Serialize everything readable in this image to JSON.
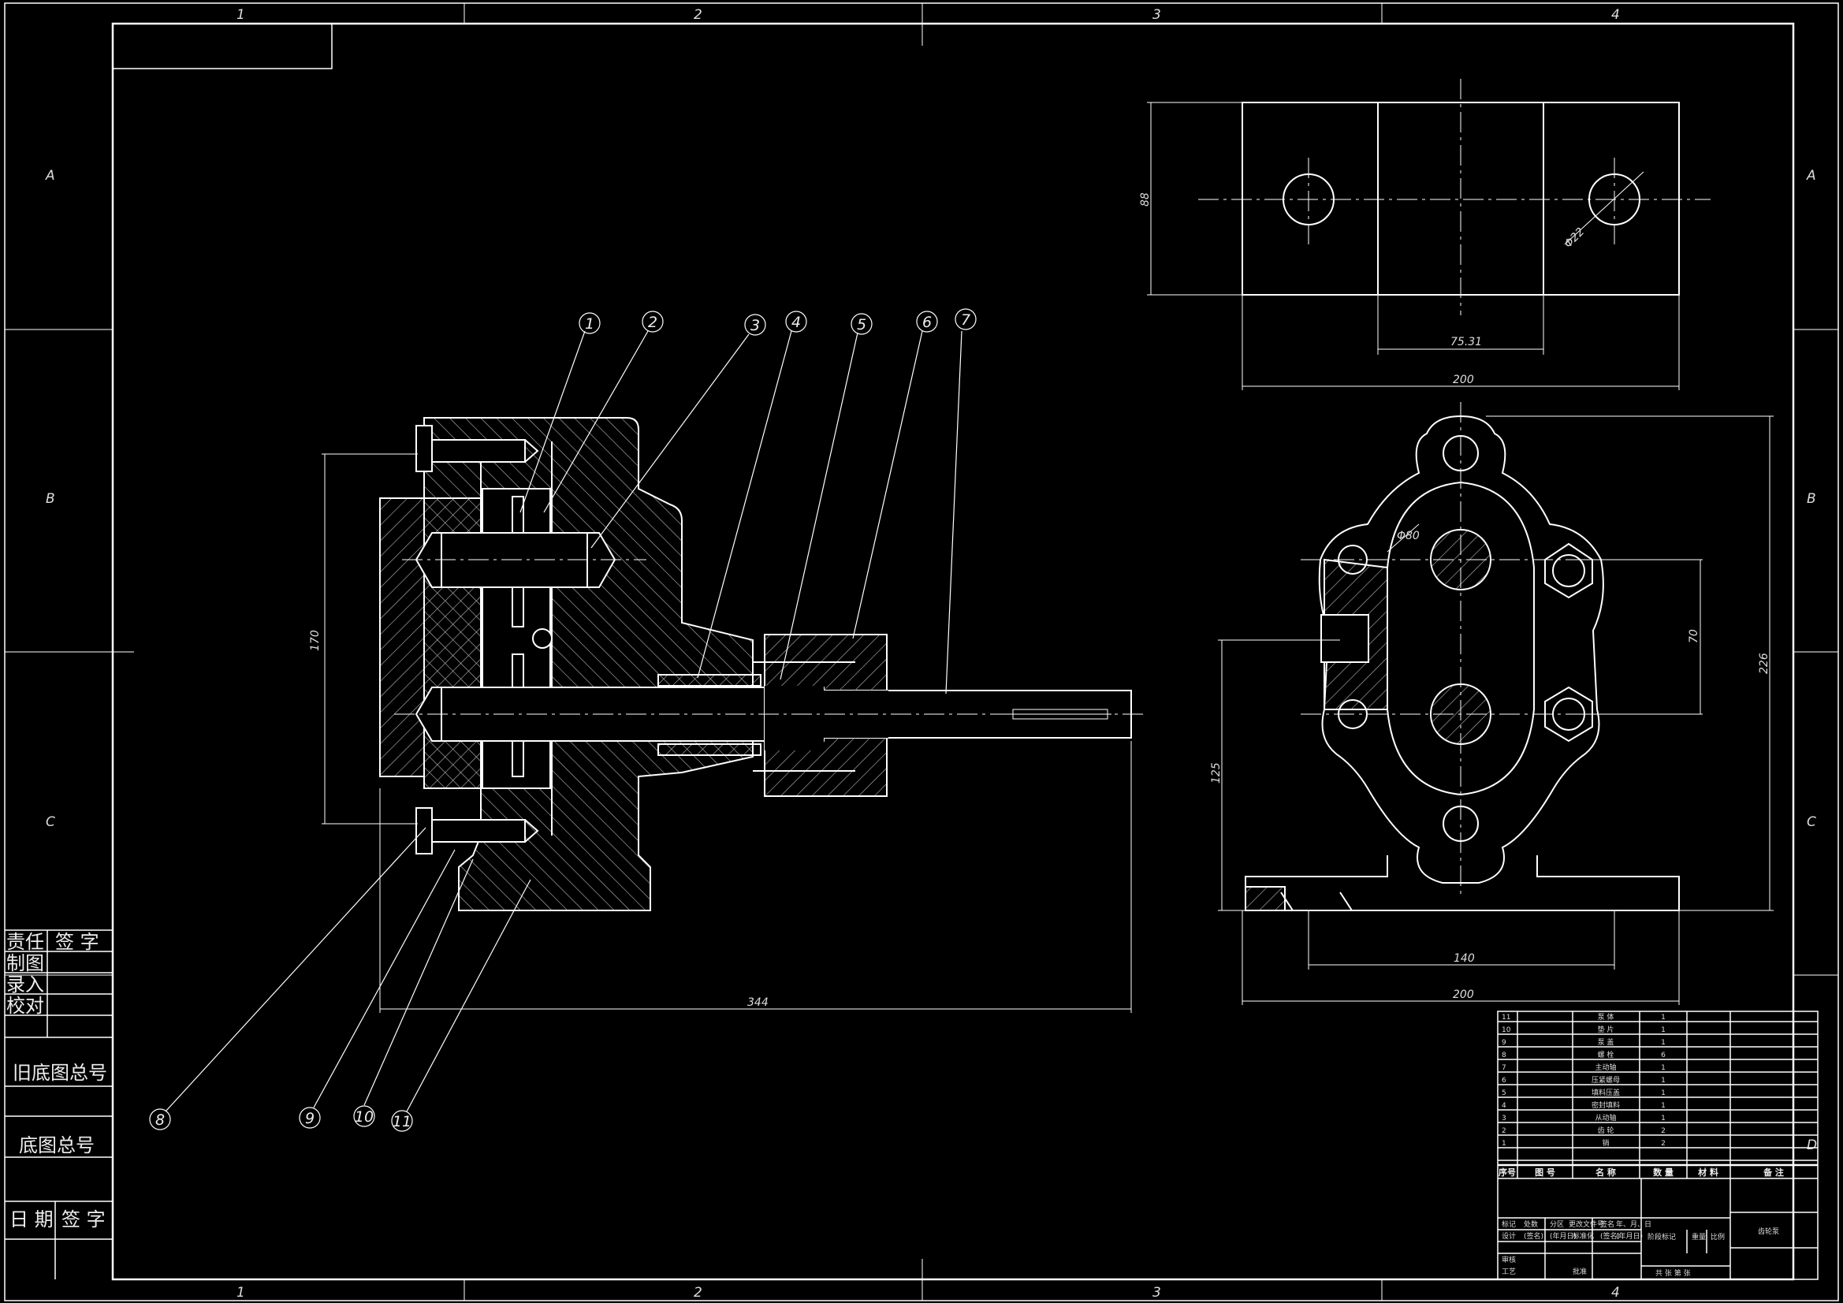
{
  "drawing": {
    "zone_columns_top": [
      "1",
      "2",
      "3",
      "4"
    ],
    "zone_columns_bottom": [
      "1",
      "2",
      "3",
      "4"
    ],
    "zone_rows": [
      "A",
      "B",
      "C",
      "D"
    ],
    "balloons": [
      "1",
      "2",
      "3",
      "4",
      "5",
      "6",
      "7",
      "8",
      "9",
      "10",
      "11"
    ]
  },
  "dimensions": {
    "front_height": "170",
    "front_lower": "125",
    "front_length": "344",
    "top_height": "88",
    "top_hole": "Φ22",
    "top_spacing": "75.31",
    "top_width": "200",
    "side_bore": "Φ80",
    "side_gear_center": "70",
    "side_height": "226",
    "side_base_holes": "140",
    "side_width": "200"
  },
  "left_panel": {
    "responsibility": "责任",
    "signature": "签 字",
    "drafted": "制图",
    "entered": "录入",
    "checked": "校对",
    "old_base_no": "旧底图总号",
    "base_no": "底图总号",
    "date": "日 期",
    "sign": "签 字"
  },
  "bom": {
    "header": [
      "序号",
      "图 号",
      "名 称",
      "数 量",
      "材 料",
      "备 注"
    ],
    "rows": [
      {
        "no": "11",
        "name": "泵 体",
        "qty": "1"
      },
      {
        "no": "10",
        "name": "垫 片",
        "qty": "1"
      },
      {
        "no": "9",
        "name": "泵 盖",
        "qty": "1"
      },
      {
        "no": "8",
        "name": "螺 栓",
        "qty": "6"
      },
      {
        "no": "7",
        "name": "主动轴",
        "qty": "1"
      },
      {
        "no": "6",
        "name": "压紧螺母",
        "qty": "1"
      },
      {
        "no": "5",
        "name": "填料压盖",
        "qty": "1"
      },
      {
        "no": "4",
        "name": "密封填料",
        "qty": "1"
      },
      {
        "no": "3",
        "name": "从动轴",
        "qty": "1"
      },
      {
        "no": "2",
        "name": "齿 轮",
        "qty": "2"
      },
      {
        "no": "1",
        "name": "销",
        "qty": "2"
      }
    ]
  },
  "title_block": {
    "drawing_name": "齿轮泵",
    "row1": [
      "标记",
      "处数",
      "分区",
      "更改文件号",
      "签名",
      "年、月、日"
    ],
    "row2": [
      "设计",
      "(签名)",
      "(年月日)",
      "标准化",
      "(签名)",
      "(年月日)"
    ],
    "stage": "阶段标记",
    "weight": "重量",
    "scale": "比例",
    "review": "审核",
    "process": "工艺",
    "approve": "批准",
    "sheets": "共 张 第 张"
  },
  "colors": {
    "background": "#000000",
    "line": "#ffffff",
    "hatch": "#cccccc"
  }
}
